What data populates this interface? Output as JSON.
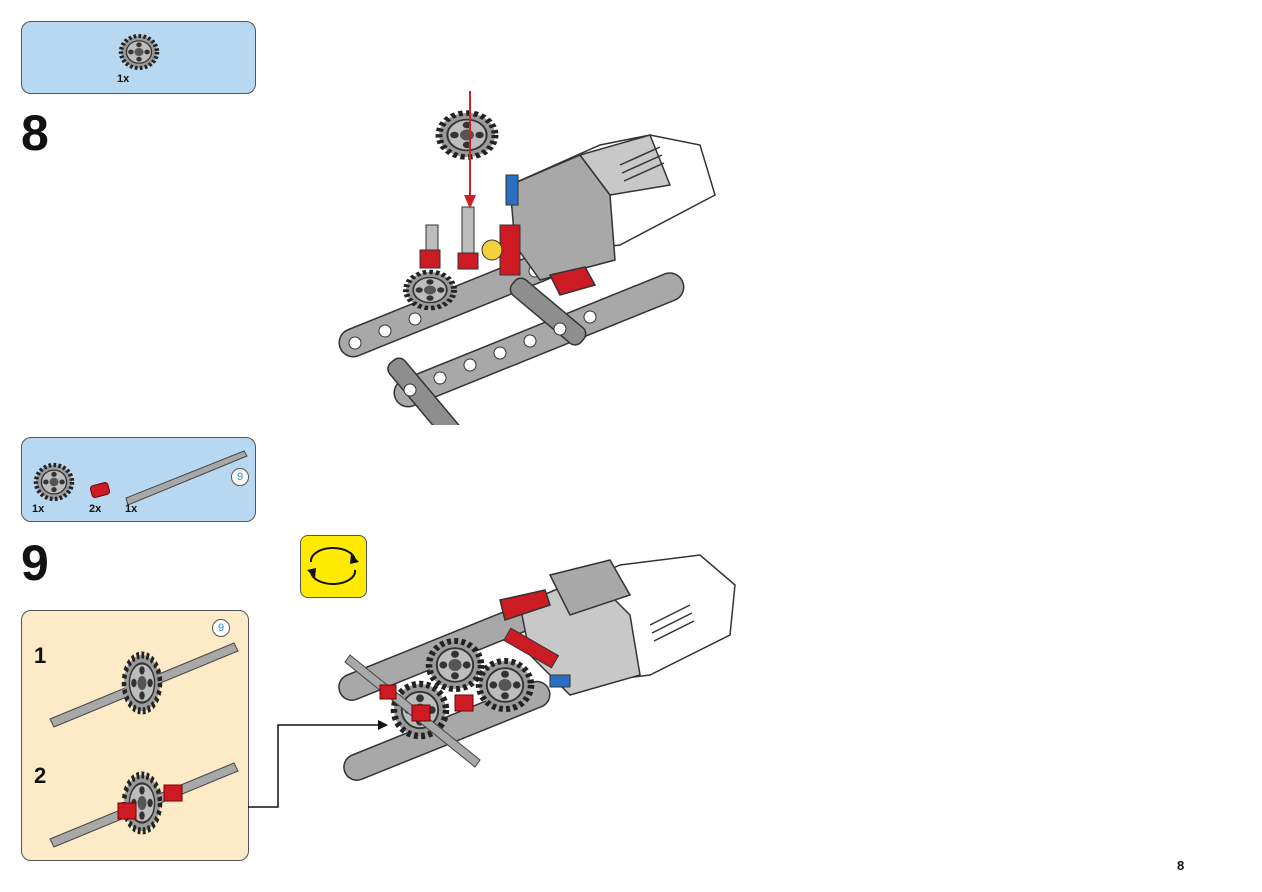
{
  "step8": {
    "number": "8",
    "parts": [
      {
        "part": "gear-24-tooth",
        "count": "1x"
      }
    ]
  },
  "step9": {
    "number": "9",
    "parts": [
      {
        "part": "gear-24-tooth",
        "count": "1x"
      },
      {
        "part": "red-bush",
        "count": "2x"
      },
      {
        "part": "axle",
        "count": "1x",
        "length": "9"
      }
    ],
    "subassembly": {
      "axle_length": "9",
      "substeps": [
        {
          "number": "1"
        },
        {
          "number": "2"
        }
      ]
    }
  },
  "page_number": "8",
  "colors": {
    "parts_bg": "#b8d8f2",
    "sub_bg": "#fdebc8",
    "rotate_bg": "#ffea00",
    "arrow": "#d0202a"
  }
}
